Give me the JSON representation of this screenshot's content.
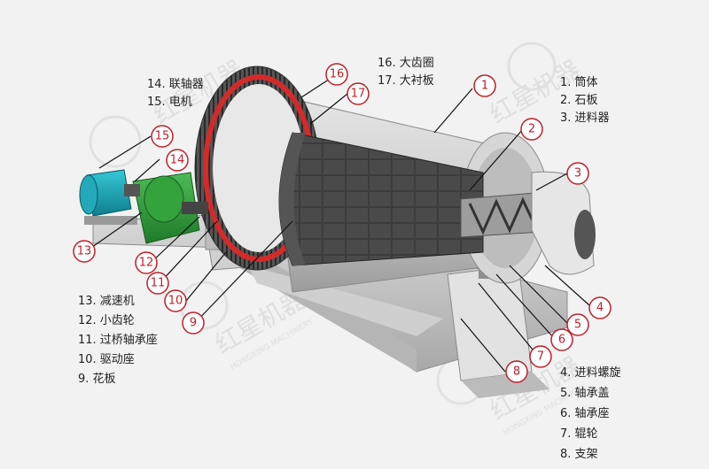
{
  "watermark": {
    "brand": "红星机器",
    "brand_en": "HONGXING MACHINERY"
  },
  "legend": {
    "top_left": [
      "14. 联轴器",
      "15. 电机"
    ],
    "top_mid": [
      "16. 大齿圈",
      "17. 大衬板"
    ],
    "top_right": [
      "1. 筒体",
      "2. 石板",
      "3. 进料器"
    ],
    "bottom_left": [
      "13. 减速机",
      "12. 小齿轮",
      "11. 过桥轴承座",
      "10. 驱动座",
      "9. 花板"
    ],
    "bottom_right": [
      "4. 进料螺旋",
      "5. 轴承盖",
      "6. 轴承座",
      "7. 辊轮",
      "8. 支架"
    ]
  },
  "callouts": [
    "1",
    "2",
    "3",
    "4",
    "5",
    "6",
    "7",
    "8",
    "9",
    "10",
    "11",
    "12",
    "13",
    "14",
    "15",
    "16",
    "17"
  ],
  "colors": {
    "callout": "#c0202a",
    "gear_ring": "#d42a2a",
    "motor": "#1aa6b8",
    "reducer": "#2f9a3a",
    "steel": "#c8c8c8",
    "liner": "#3a3a3a"
  }
}
